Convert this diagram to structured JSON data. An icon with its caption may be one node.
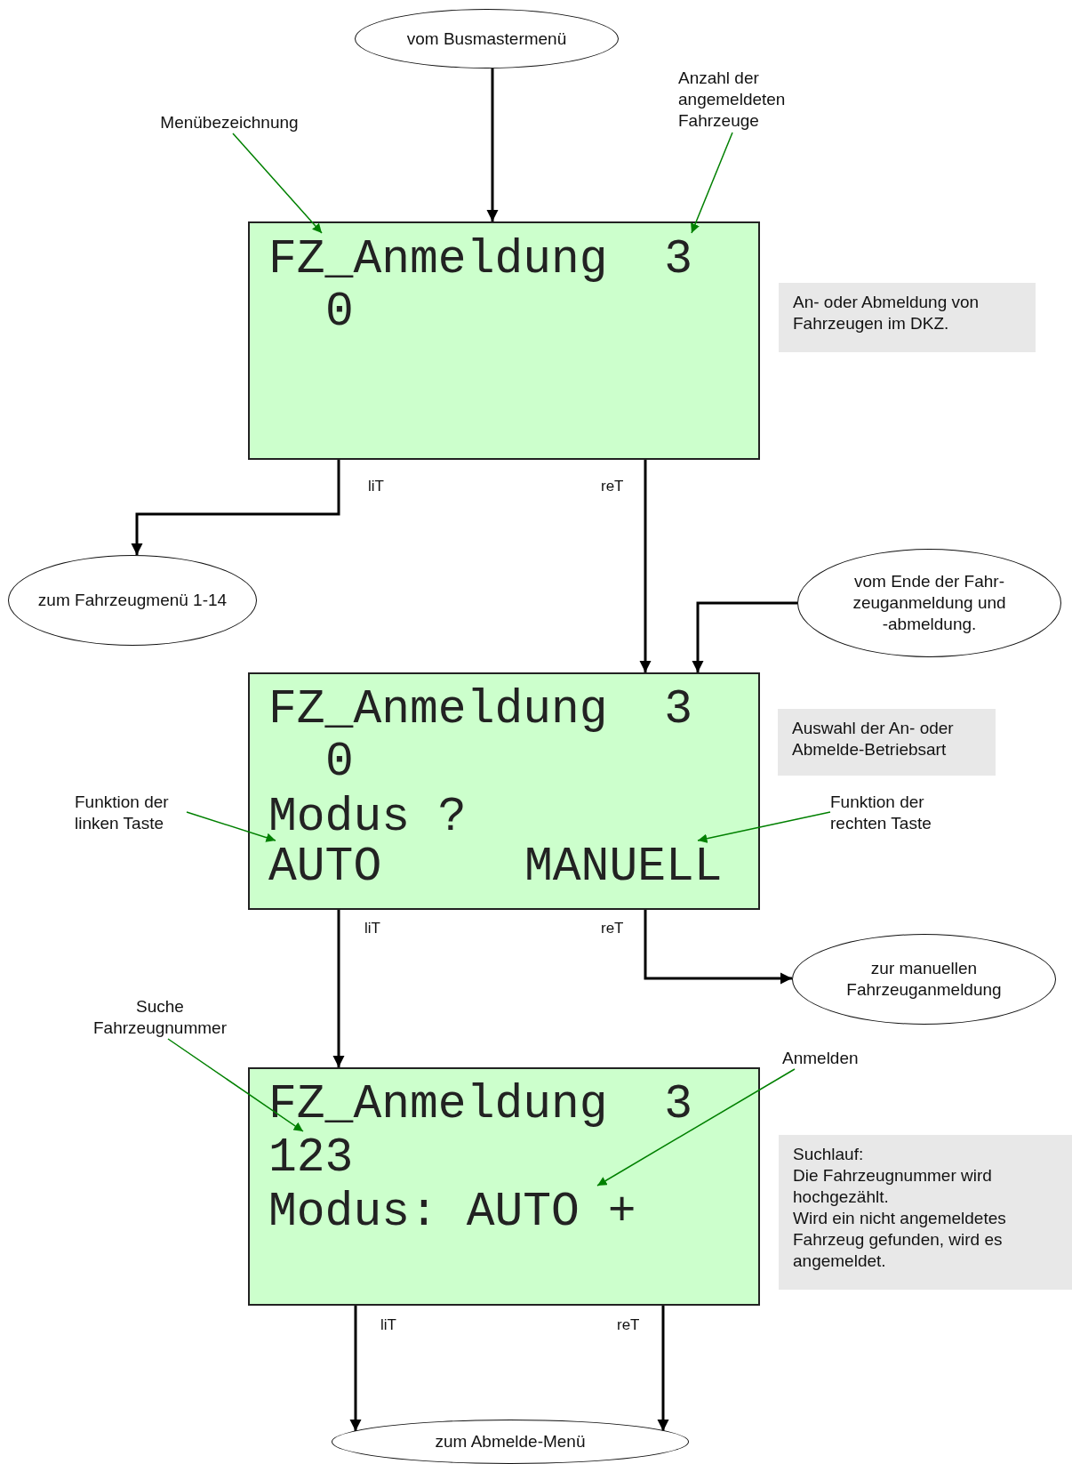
{
  "diagram": {
    "nodes": [
      {
        "text": [
          "vom Busmastermenü"
        ]
      },
      {
        "text": [
          "Menübezeichnung"
        ]
      },
      {
        "text": [
          "Anzahl der angemeldeten Fahrzeuge"
        ]
      },
      {
        "text": [],
        "shape": "box"
      },
      {
        "text": [
          "FZ_Anmeldung  3"
        ],
        "in": 3
      },
      {
        "text": [
          "0"
        ],
        "in": 3
      },
      {
        "text": [
          "An- oder Abmeldung von Fahrzeugen im DKZ."
        ]
      },
      {
        "text": [
          "zum Fahrzeugmenü 1-14"
        ]
      },
      {
        "text": [
          "vom Ende der Fahr- zeuganmeldung und -abmeldung."
        ]
      },
      {
        "text": [],
        "shape": "box"
      },
      {
        "text": [
          "FZ_Anmeldung  3"
        ],
        "in": 9
      },
      {
        "text": [
          "0"
        ],
        "in": 9
      },
      {
        "text": [
          "Modus ?"
        ],
        "in": 9
      },
      {
        "text": [
          "AUTO"
        ],
        "in": 9
      },
      {
        "text": [
          "MANUELL"
        ],
        "in": 9
      },
      {
        "text": [
          "Auswahl der An- oder Abmelde-Betriebsart"
        ]
      },
      {
        "text": [
          "Funktion der linken Taste"
        ]
      },
      {
        "text": [
          "Funktion der rechten Taste"
        ]
      },
      {
        "text": [
          "zur manuellen Fahrzeuganmeldung"
        ]
      },
      {
        "text": [
          "Suche Fahrzeugnummer"
        ]
      },
      {
        "text": [
          "Anmelden"
        ]
      },
      {
        "text": [],
        "shape": "box"
      },
      {
        "text": [
          "FZ_Anmeldung  3"
        ],
        "in": 21
      },
      {
        "text": [
          "123"
        ],
        "in": 21
      },
      {
        "text": [
          "Modus: AUTO +"
        ],
        "in": 21
      },
      {
        "text": [
          "Suchlauf:",
          "Die Fahrzeugnummer wird hochgezählt.",
          "Wird ein nicht angemeldetes Fahrzeug gefunden, wird es angemeldet."
        ]
      },
      {
        "text": [
          "zum Abmelde-Menü"
        ]
      }
    ],
    "edges": [
      {
        "from": 0,
        "to": 3,
        "arrow": "to"
      },
      {
        "from": 1,
        "to": 4,
        "arrow": "to",
        "color": "#008000"
      },
      {
        "from": 2,
        "to": 4,
        "arrow": "to",
        "color": "#008000"
      },
      {
        "from": 3,
        "to": 7,
        "arrow": "to",
        "label": "liT"
      },
      {
        "from": 3,
        "to": 9,
        "arrow": "to",
        "label": "reT"
      },
      {
        "from": 8,
        "to": 9,
        "arrow": "to"
      },
      {
        "from": 16,
        "to": 13,
        "arrow": "to",
        "color": "#008000"
      },
      {
        "from": 17,
        "to": 14,
        "arrow": "to",
        "color": "#008000"
      },
      {
        "from": 9,
        "to": 21,
        "arrow": "to",
        "label": "liT"
      },
      {
        "from": 9,
        "to": 18,
        "arrow": "to",
        "label": "reT"
      },
      {
        "from": 19,
        "to": 23,
        "arrow": "to",
        "color": "#008000"
      },
      {
        "from": 20,
        "to": 24,
        "arrow": "to",
        "color": "#008000"
      },
      {
        "from": 21,
        "to": 26,
        "arrow": "to",
        "label": "liT"
      },
      {
        "from": 21,
        "to": 26,
        "arrow": "to",
        "label": "reT"
      }
    ]
  }
}
